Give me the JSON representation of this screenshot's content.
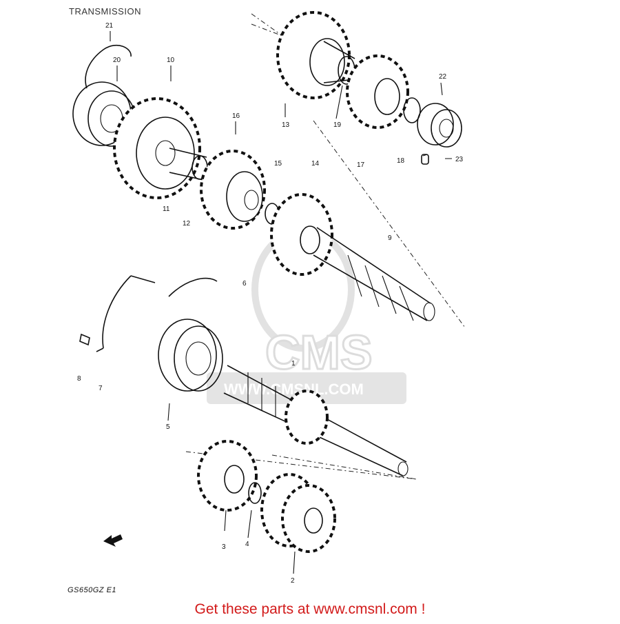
{
  "header": {
    "title": "TRANSMISSION"
  },
  "footer": {
    "text": "Get these parts at www.cmsnl.com !",
    "color": "#d21a1a"
  },
  "diagram": {
    "code": "GS650GZ E1"
  },
  "watermark": {
    "brand": "CMS",
    "url": "WWW.CMSNL.COM"
  },
  "part_labels": [
    "1",
    "2",
    "3",
    "4",
    "5",
    "6",
    "7",
    "8",
    "9",
    "10",
    "11",
    "12",
    "13",
    "14",
    "15",
    "16",
    "17",
    "18",
    "19",
    "20",
    "21",
    "22",
    "23"
  ]
}
